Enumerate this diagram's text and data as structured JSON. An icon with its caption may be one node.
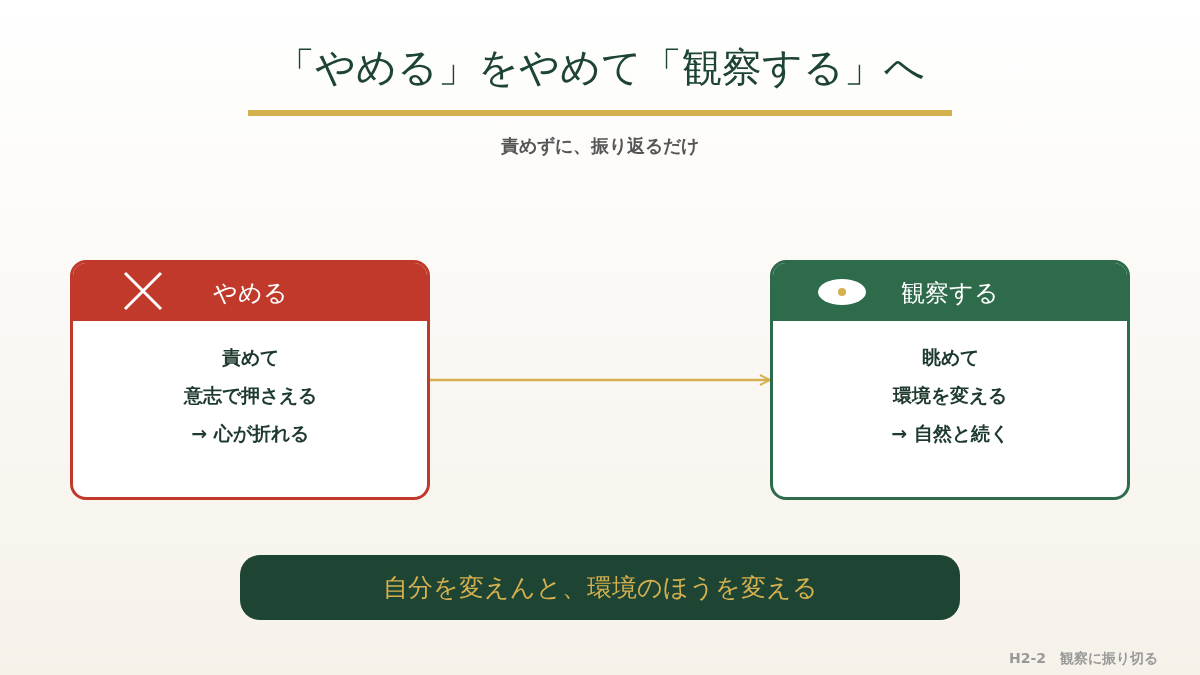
{
  "diagram": {
    "title": "「やめる」をやめて「観察する」へ",
    "nodes": [
      {
        "text": [
          "やめる",
          "責めて",
          "意志で押さえる",
          "→ 心が折れる"
        ]
      },
      {
        "text": [
          "観察する",
          "眺めて",
          "環境を変える",
          "→ 自然と続く"
        ]
      },
      {
        "text": [
          "自分を変えんと、環境のほうを変える"
        ]
      }
    ],
    "edges": [
      {
        "from": 0,
        "to": 1,
        "arrow": "to"
      }
    ],
    "labels": [
      "責めずに、振り返るだけ",
      "H2-2　観察に振り切る"
    ]
  }
}
